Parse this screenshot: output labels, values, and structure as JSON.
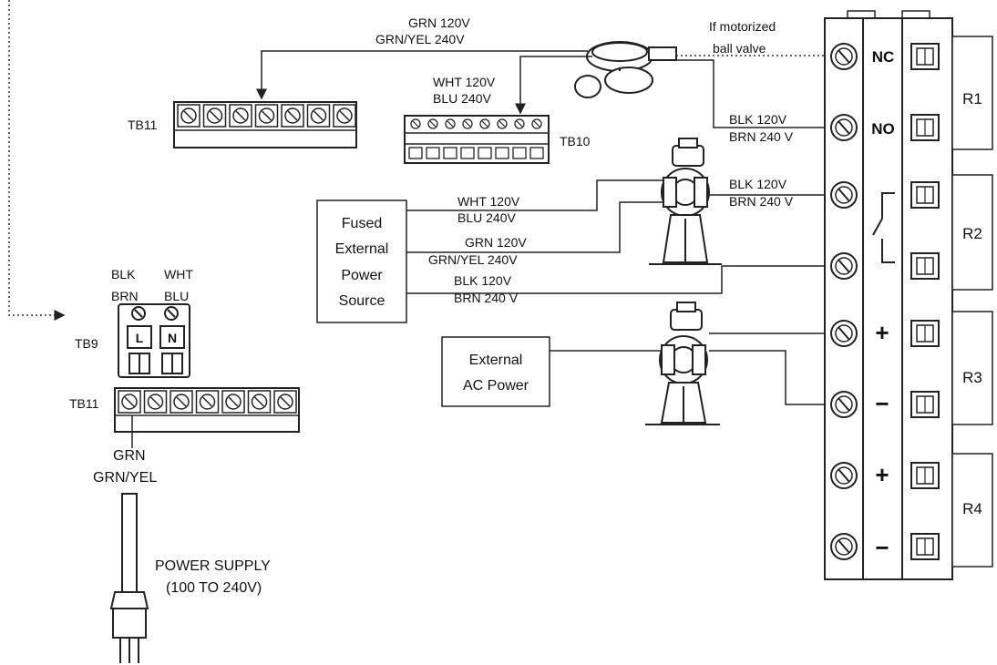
{
  "labels": {
    "top_wire_grn1": "GRN 120V",
    "top_wire_grn2": "GRN/YEL 240V",
    "valve_note1": "If motorized",
    "valve_note2": "ball valve",
    "tb11_top": "TB11",
    "tb10_wire1": "WHT 120V",
    "tb10_wire2": "BLU 240V",
    "tb10": "TB10",
    "no_wire1": "BLK 120V",
    "no_wire2": "BRN 240 V",
    "r2_wire1": "BLK 120V",
    "r2_wire2": "BRN 240 V",
    "fused1": "Fused",
    "fused2": "External",
    "fused3": "Power",
    "fused4": "Source",
    "mid_wht1": "WHT 120V",
    "mid_wht2": "BLU 240V",
    "mid_grn1": "GRN 120V",
    "mid_grn2": "GRN/YEL 240V",
    "mid_blk1": "BLK 120V",
    "mid_blk2": "BRN 240 V",
    "ext_ac1": "External",
    "ext_ac2": "AC Power",
    "tb9_blk": "BLK",
    "tb9_wht": "WHT",
    "tb9_brn": "BRN",
    "tb9_blu": "BLU",
    "tb9": "TB9",
    "tb9_l": "L",
    "tb9_n": "N",
    "tb11_bottom": "TB11",
    "ground1": "GRN",
    "ground2": "GRN/YEL",
    "power1": "POWER SUPPLY",
    "power2": "(100 TO 240V)",
    "nc": "NC",
    "no": "NO",
    "plus1": "+",
    "minus1": "−",
    "plus2": "+",
    "minus2": "−",
    "r1": "R1",
    "r2": "R2",
    "r3": "R3",
    "r4": "R4"
  }
}
